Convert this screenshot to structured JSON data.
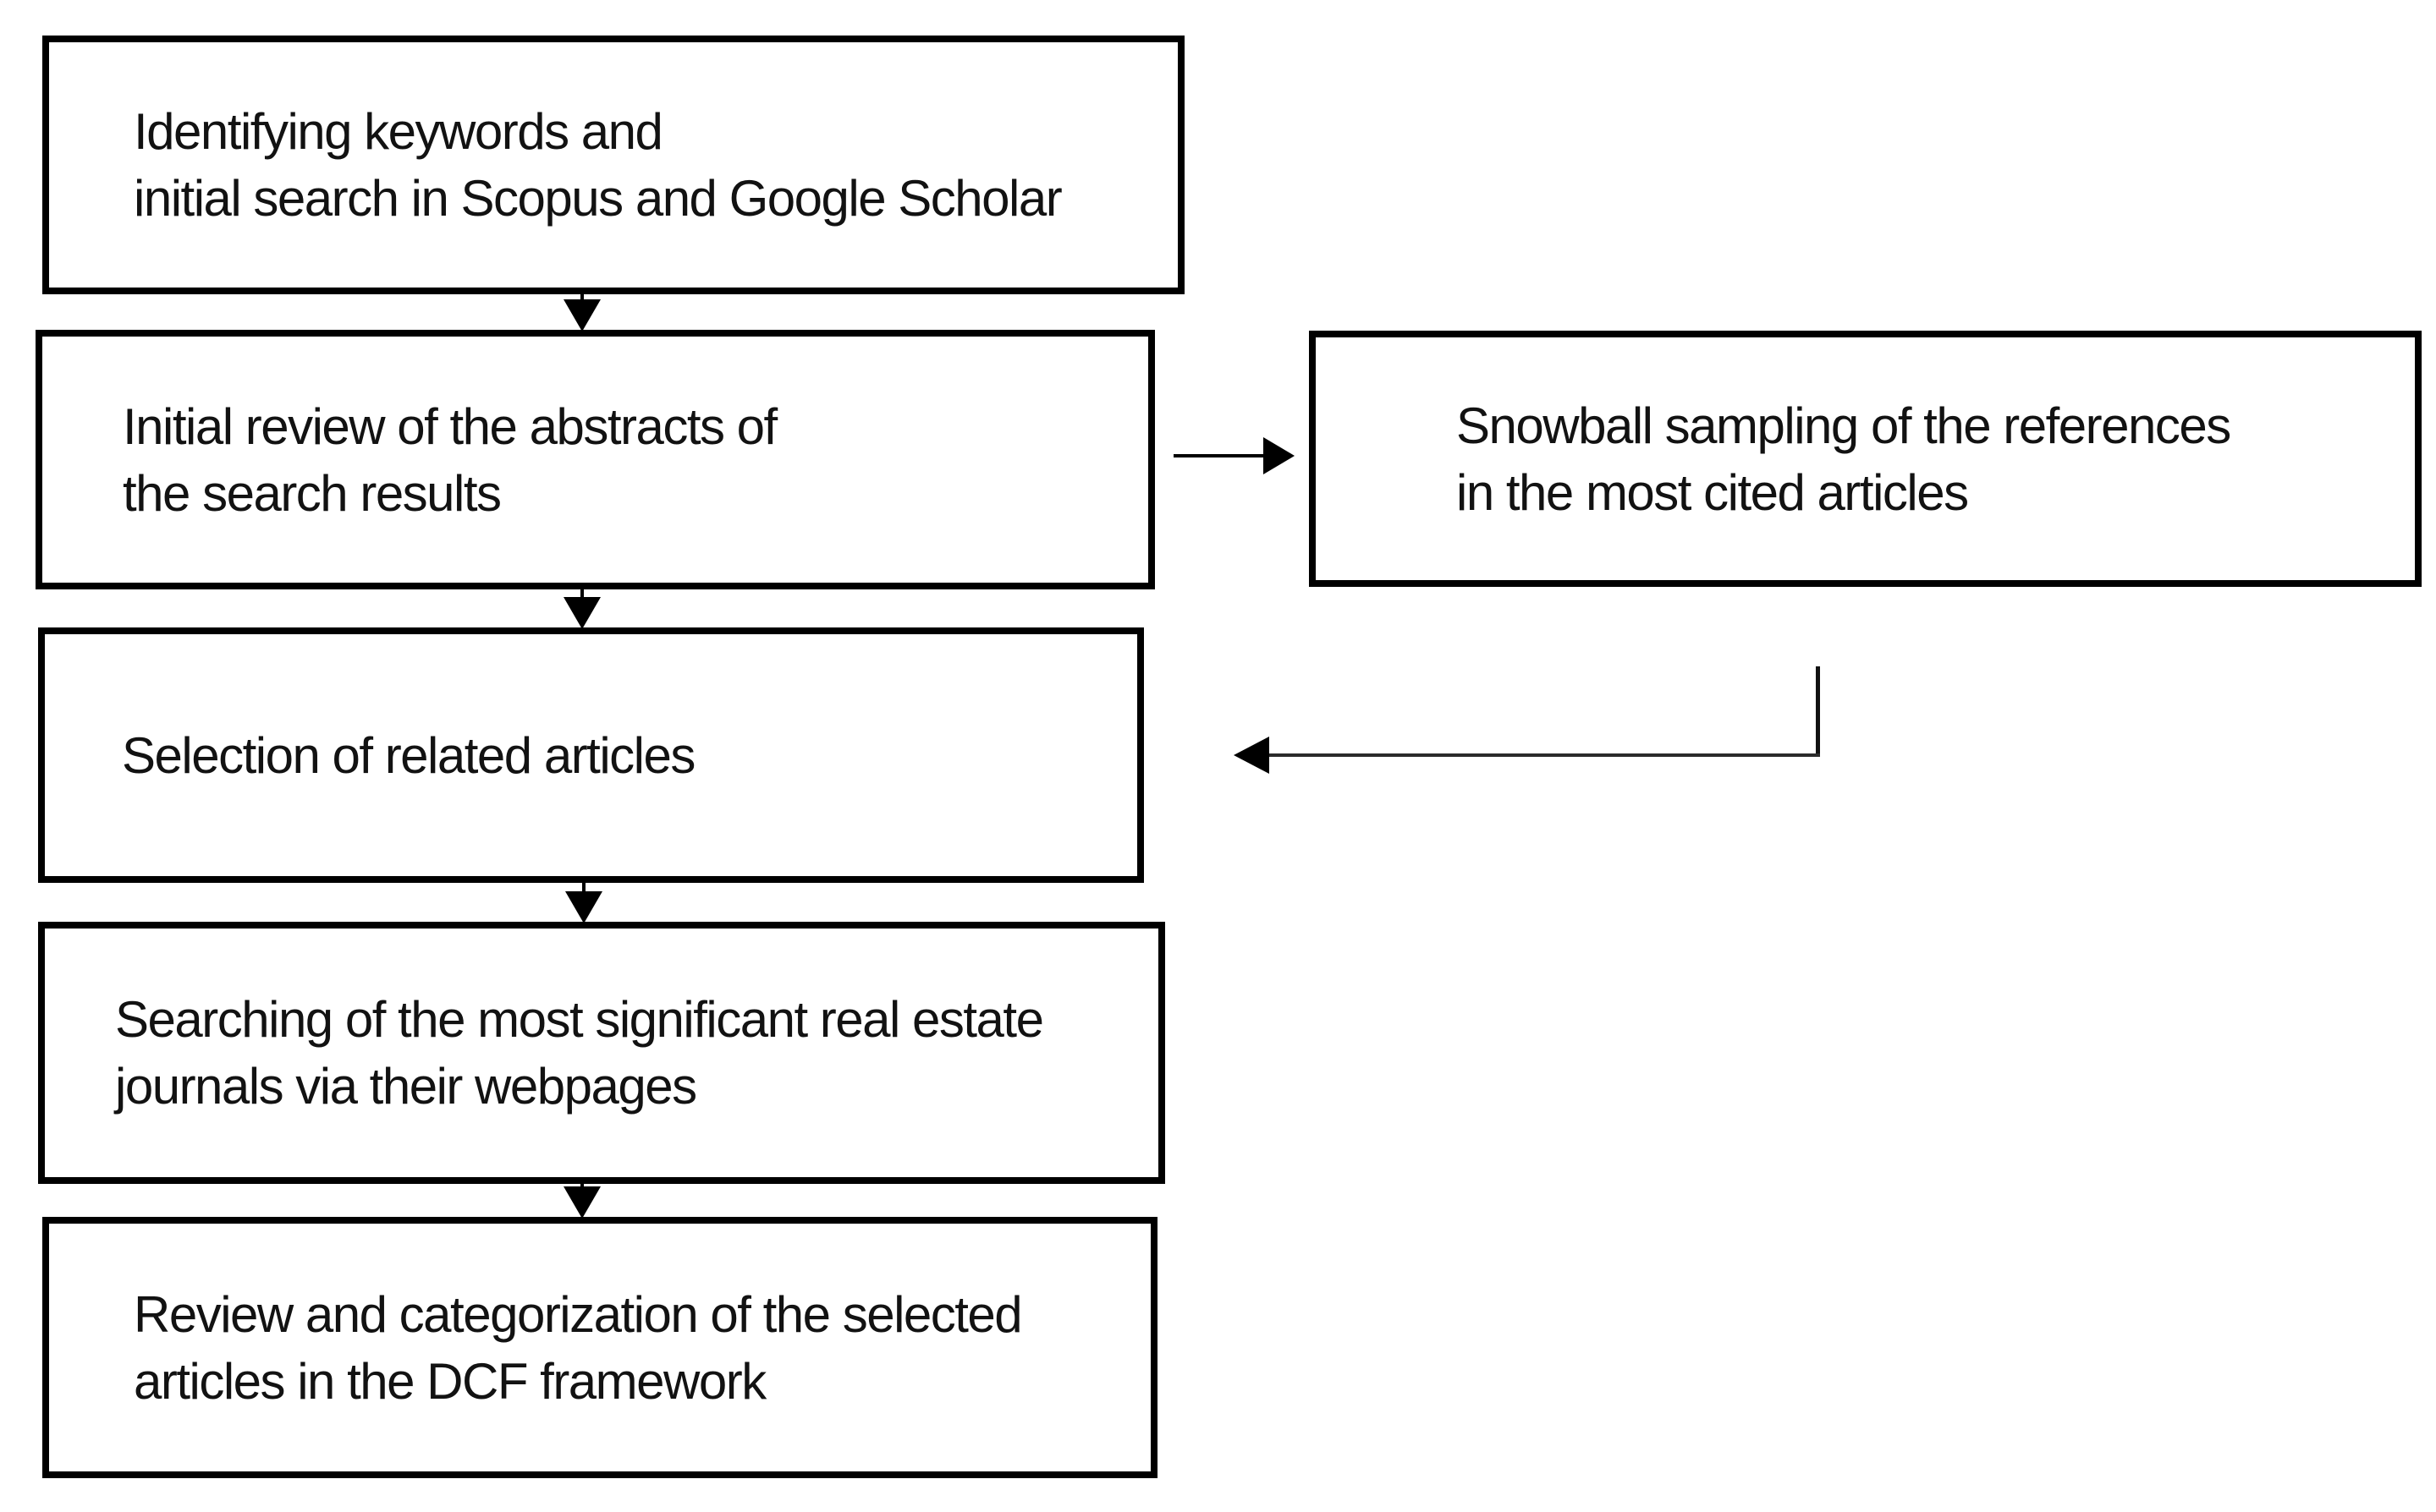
{
  "diagram": {
    "title": "literature-review-method-flowchart",
    "colors": {
      "background": "#ffffff",
      "box_border": "#000000",
      "text": "#121212"
    },
    "boxes": [
      {
        "id": "identify",
        "lines": [
          "Identifying keywords and",
          "initial search in Scopus and Google Scholar"
        ]
      },
      {
        "id": "initial-review",
        "lines": [
          "Initial review of the abstracts of",
          "the search results"
        ]
      },
      {
        "id": "snowball",
        "lines": [
          "Snowball sampling of the references",
          "in the most cited articles"
        ]
      },
      {
        "id": "selection",
        "lines": [
          "Selection of related articles"
        ]
      },
      {
        "id": "searching",
        "lines": [
          "Searching of the most significant real estate",
          "journals via their webpages"
        ]
      },
      {
        "id": "review-categorization",
        "lines": [
          "Review and categorization of the selected",
          "articles in the DCF framework"
        ]
      }
    ],
    "connectors": [
      {
        "from": "identify",
        "to": "initial-review",
        "type": "arrow-down"
      },
      {
        "from": "initial-review",
        "to": "snowball",
        "type": "arrow-right"
      },
      {
        "from": "initial-review",
        "to": "selection",
        "type": "arrow-down"
      },
      {
        "from": "snowball",
        "to": "selection",
        "type": "elbow-arrow-left"
      },
      {
        "from": "selection",
        "to": "searching",
        "type": "arrow-down"
      },
      {
        "from": "searching",
        "to": "review-categorization",
        "type": "arrow-down"
      }
    ]
  }
}
